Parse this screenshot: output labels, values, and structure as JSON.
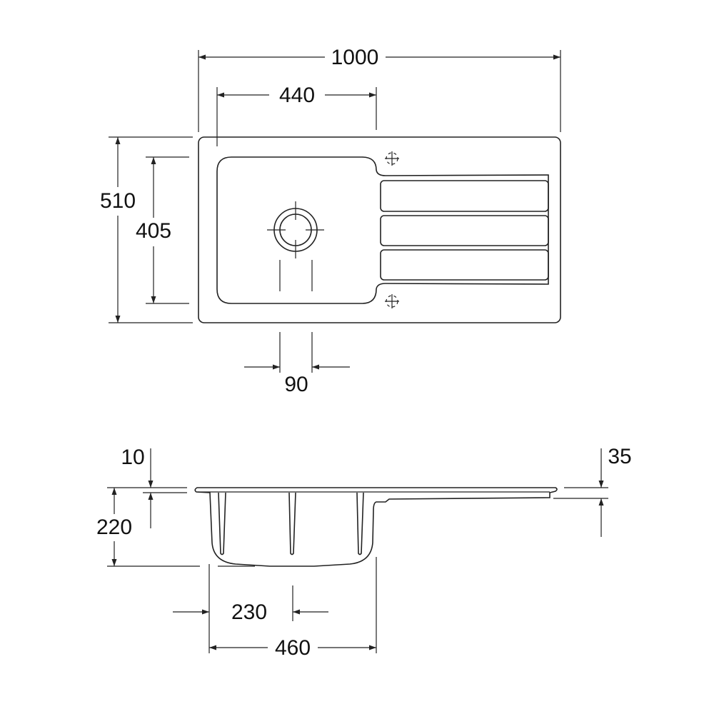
{
  "title": "Kitchen sink with drainer - dimension drawing",
  "top_view": {
    "overall_width": "1000",
    "bowl_width": "440",
    "overall_depth": "510",
    "bowl_depth": "405",
    "waste_offset": "90"
  },
  "side_view": {
    "rim_thickness": "10",
    "bowl_height": "220",
    "drainer_thickness": "35",
    "waste_center": "230",
    "bowl_outer_width": "460"
  },
  "colors": {
    "line": "#222222",
    "background": "#ffffff"
  }
}
